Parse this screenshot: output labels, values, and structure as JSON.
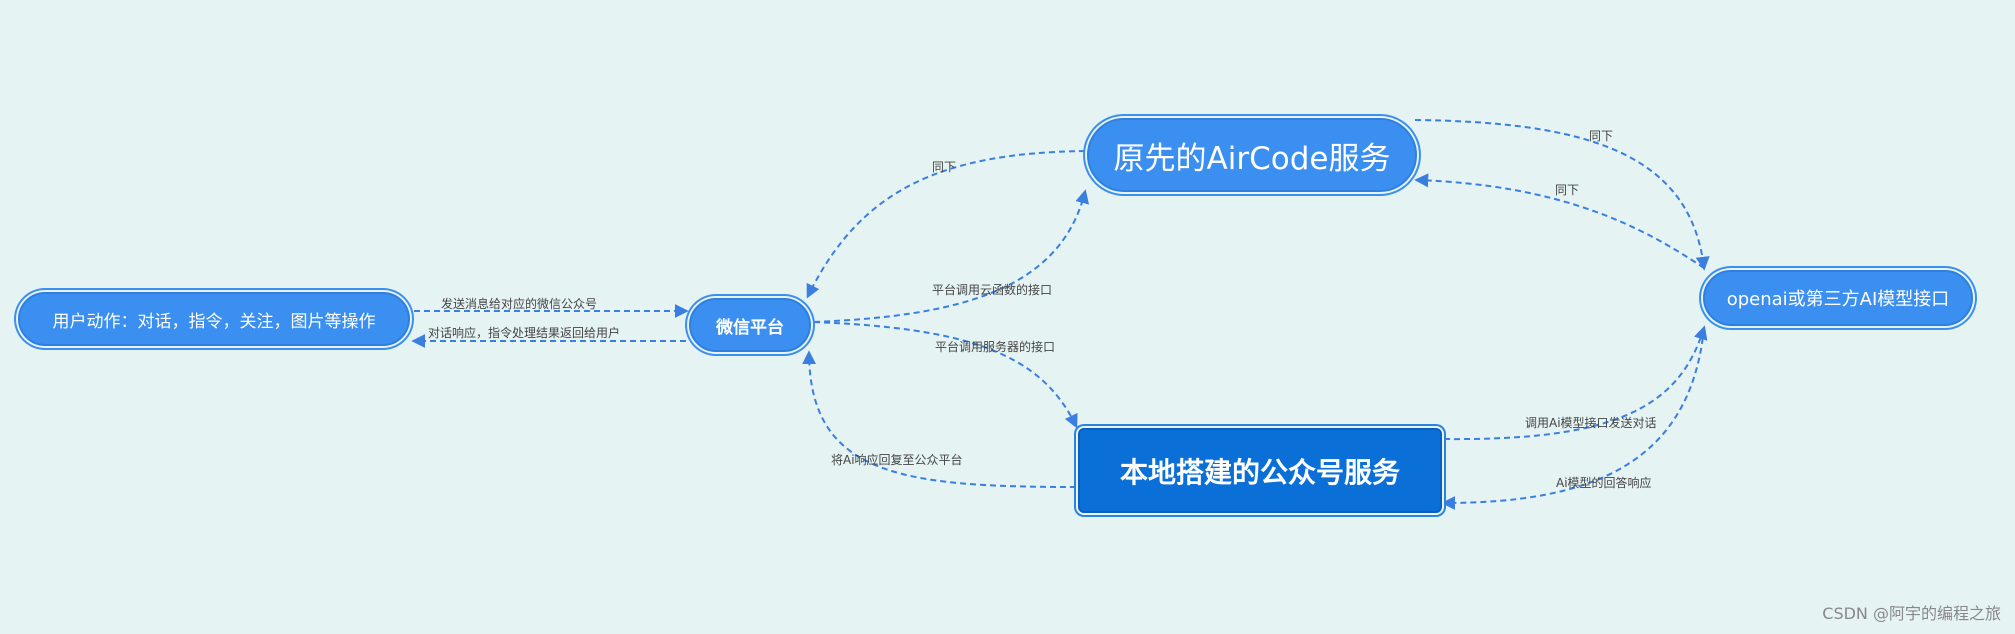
{
  "nodes": {
    "user_actions": "用户动作：对话，指令，关注，图片等操作",
    "wechat_platform": "微信平台",
    "aircode_service": "原先的AirCode服务",
    "openai_interface": "openai或第三方AI模型接口",
    "local_service": "本地搭建的公众号服务"
  },
  "edges": {
    "send_message": "发送消息给对应的微信公众号",
    "reply_user": "对话响应，指令处理结果返回给用户",
    "aircode_to_wechat": "同下",
    "wechat_to_aircode": "平台调用云函数的接口",
    "wechat_to_local": "平台调用服务器的接口",
    "local_to_wechat": "将Ai响应回复至公众平台",
    "aircode_to_openai": "同下",
    "openai_to_aircode": "同下",
    "local_to_openai": "调用Ai模型接口发送对话",
    "openai_to_local": "Ai模型的回答响应"
  },
  "colors": {
    "background": "#e6f3f3",
    "node_fill": "#3a8ff0",
    "local_node_fill": "#0a6fd6",
    "link": "#3a7fe0"
  },
  "watermark": "CSDN @阿宇的编程之旅"
}
